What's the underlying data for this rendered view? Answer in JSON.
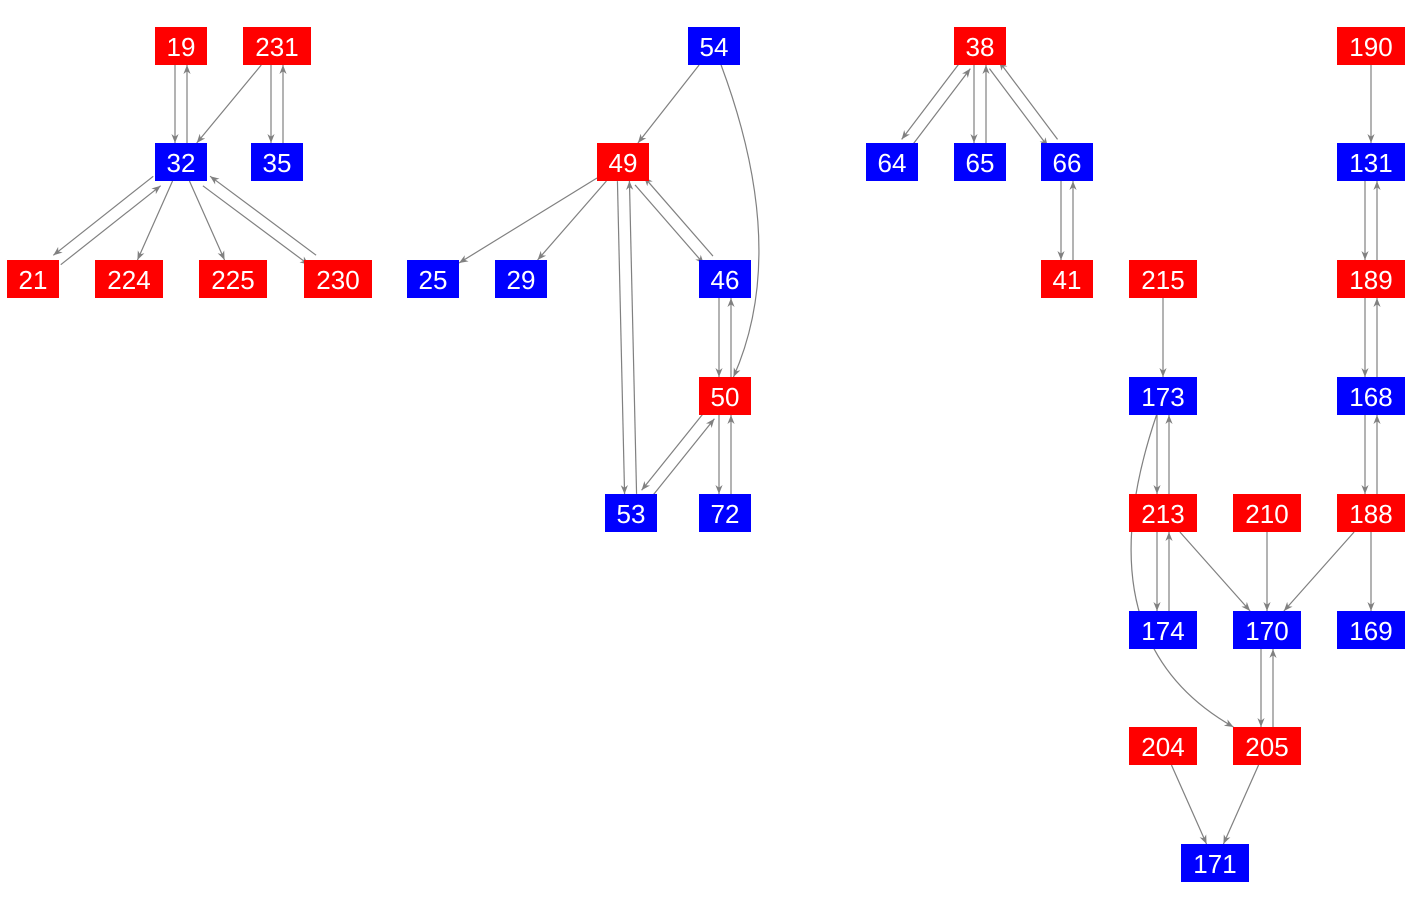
{
  "colors": {
    "red": "#ff0000",
    "blue": "#0000ff",
    "edge": "#808080"
  },
  "nodes": [
    {
      "id": "19",
      "color": "red"
    },
    {
      "id": "231",
      "color": "red"
    },
    {
      "id": "32",
      "color": "blue"
    },
    {
      "id": "35",
      "color": "blue"
    },
    {
      "id": "21",
      "color": "red"
    },
    {
      "id": "224",
      "color": "red"
    },
    {
      "id": "225",
      "color": "red"
    },
    {
      "id": "230",
      "color": "red"
    },
    {
      "id": "54",
      "color": "blue"
    },
    {
      "id": "49",
      "color": "red"
    },
    {
      "id": "25",
      "color": "blue"
    },
    {
      "id": "29",
      "color": "blue"
    },
    {
      "id": "46",
      "color": "blue"
    },
    {
      "id": "50",
      "color": "red"
    },
    {
      "id": "53",
      "color": "blue"
    },
    {
      "id": "72",
      "color": "blue"
    },
    {
      "id": "38",
      "color": "red"
    },
    {
      "id": "64",
      "color": "blue"
    },
    {
      "id": "65",
      "color": "blue"
    },
    {
      "id": "66",
      "color": "blue"
    },
    {
      "id": "41",
      "color": "red"
    },
    {
      "id": "190",
      "color": "red"
    },
    {
      "id": "131",
      "color": "blue"
    },
    {
      "id": "189",
      "color": "red"
    },
    {
      "id": "168",
      "color": "blue"
    },
    {
      "id": "188",
      "color": "red"
    },
    {
      "id": "169",
      "color": "blue"
    },
    {
      "id": "215",
      "color": "red"
    },
    {
      "id": "173",
      "color": "blue"
    },
    {
      "id": "213",
      "color": "red"
    },
    {
      "id": "210",
      "color": "red"
    },
    {
      "id": "174",
      "color": "blue"
    },
    {
      "id": "170",
      "color": "blue"
    },
    {
      "id": "204",
      "color": "red"
    },
    {
      "id": "205",
      "color": "red"
    },
    {
      "id": "171",
      "color": "blue"
    }
  ],
  "edges": [
    [
      "19",
      "32"
    ],
    [
      "32",
      "19"
    ],
    [
      "231",
      "32"
    ],
    [
      "231",
      "35"
    ],
    [
      "35",
      "231"
    ],
    [
      "32",
      "21"
    ],
    [
      "21",
      "32"
    ],
    [
      "32",
      "224"
    ],
    [
      "32",
      "225"
    ],
    [
      "32",
      "230"
    ],
    [
      "230",
      "32"
    ],
    [
      "54",
      "49"
    ],
    [
      "54",
      "50"
    ],
    [
      "49",
      "25"
    ],
    [
      "49",
      "29"
    ],
    [
      "49",
      "46"
    ],
    [
      "46",
      "49"
    ],
    [
      "49",
      "53"
    ],
    [
      "53",
      "49"
    ],
    [
      "46",
      "50"
    ],
    [
      "50",
      "46"
    ],
    [
      "50",
      "53"
    ],
    [
      "53",
      "50"
    ],
    [
      "50",
      "72"
    ],
    [
      "72",
      "50"
    ],
    [
      "38",
      "64"
    ],
    [
      "64",
      "38"
    ],
    [
      "38",
      "65"
    ],
    [
      "65",
      "38"
    ],
    [
      "38",
      "66"
    ],
    [
      "66",
      "38"
    ],
    [
      "66",
      "41"
    ],
    [
      "41",
      "66"
    ],
    [
      "190",
      "131"
    ],
    [
      "131",
      "189"
    ],
    [
      "189",
      "131"
    ],
    [
      "189",
      "168"
    ],
    [
      "168",
      "189"
    ],
    [
      "168",
      "188"
    ],
    [
      "188",
      "168"
    ],
    [
      "188",
      "170"
    ],
    [
      "188",
      "169"
    ],
    [
      "215",
      "173"
    ],
    [
      "173",
      "213"
    ],
    [
      "213",
      "173"
    ],
    [
      "173",
      "205"
    ],
    [
      "213",
      "174"
    ],
    [
      "174",
      "213"
    ],
    [
      "213",
      "170"
    ],
    [
      "210",
      "170"
    ],
    [
      "170",
      "205"
    ],
    [
      "205",
      "170"
    ],
    [
      "204",
      "171"
    ],
    [
      "205",
      "171"
    ]
  ]
}
